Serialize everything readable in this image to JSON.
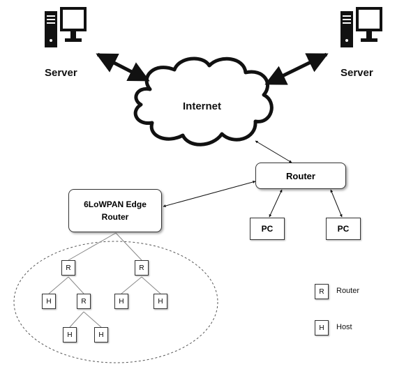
{
  "servers": {
    "left_label": "Server",
    "right_label": "Server"
  },
  "internet": {
    "label": "Internet"
  },
  "router": {
    "label": "Router"
  },
  "edge_router": {
    "line1": "6LoWPAN Edge",
    "line2": "Router"
  },
  "pcs": [
    "PC",
    "PC"
  ],
  "mesh_nodes": {
    "router_letter": "R",
    "host_letter": "H"
  },
  "legend": {
    "items": [
      {
        "symbol": "R",
        "label": "Router"
      },
      {
        "symbol": "H",
        "label": "Host"
      }
    ]
  },
  "icons": [
    "server-computer-icon",
    "cloud-icon"
  ]
}
